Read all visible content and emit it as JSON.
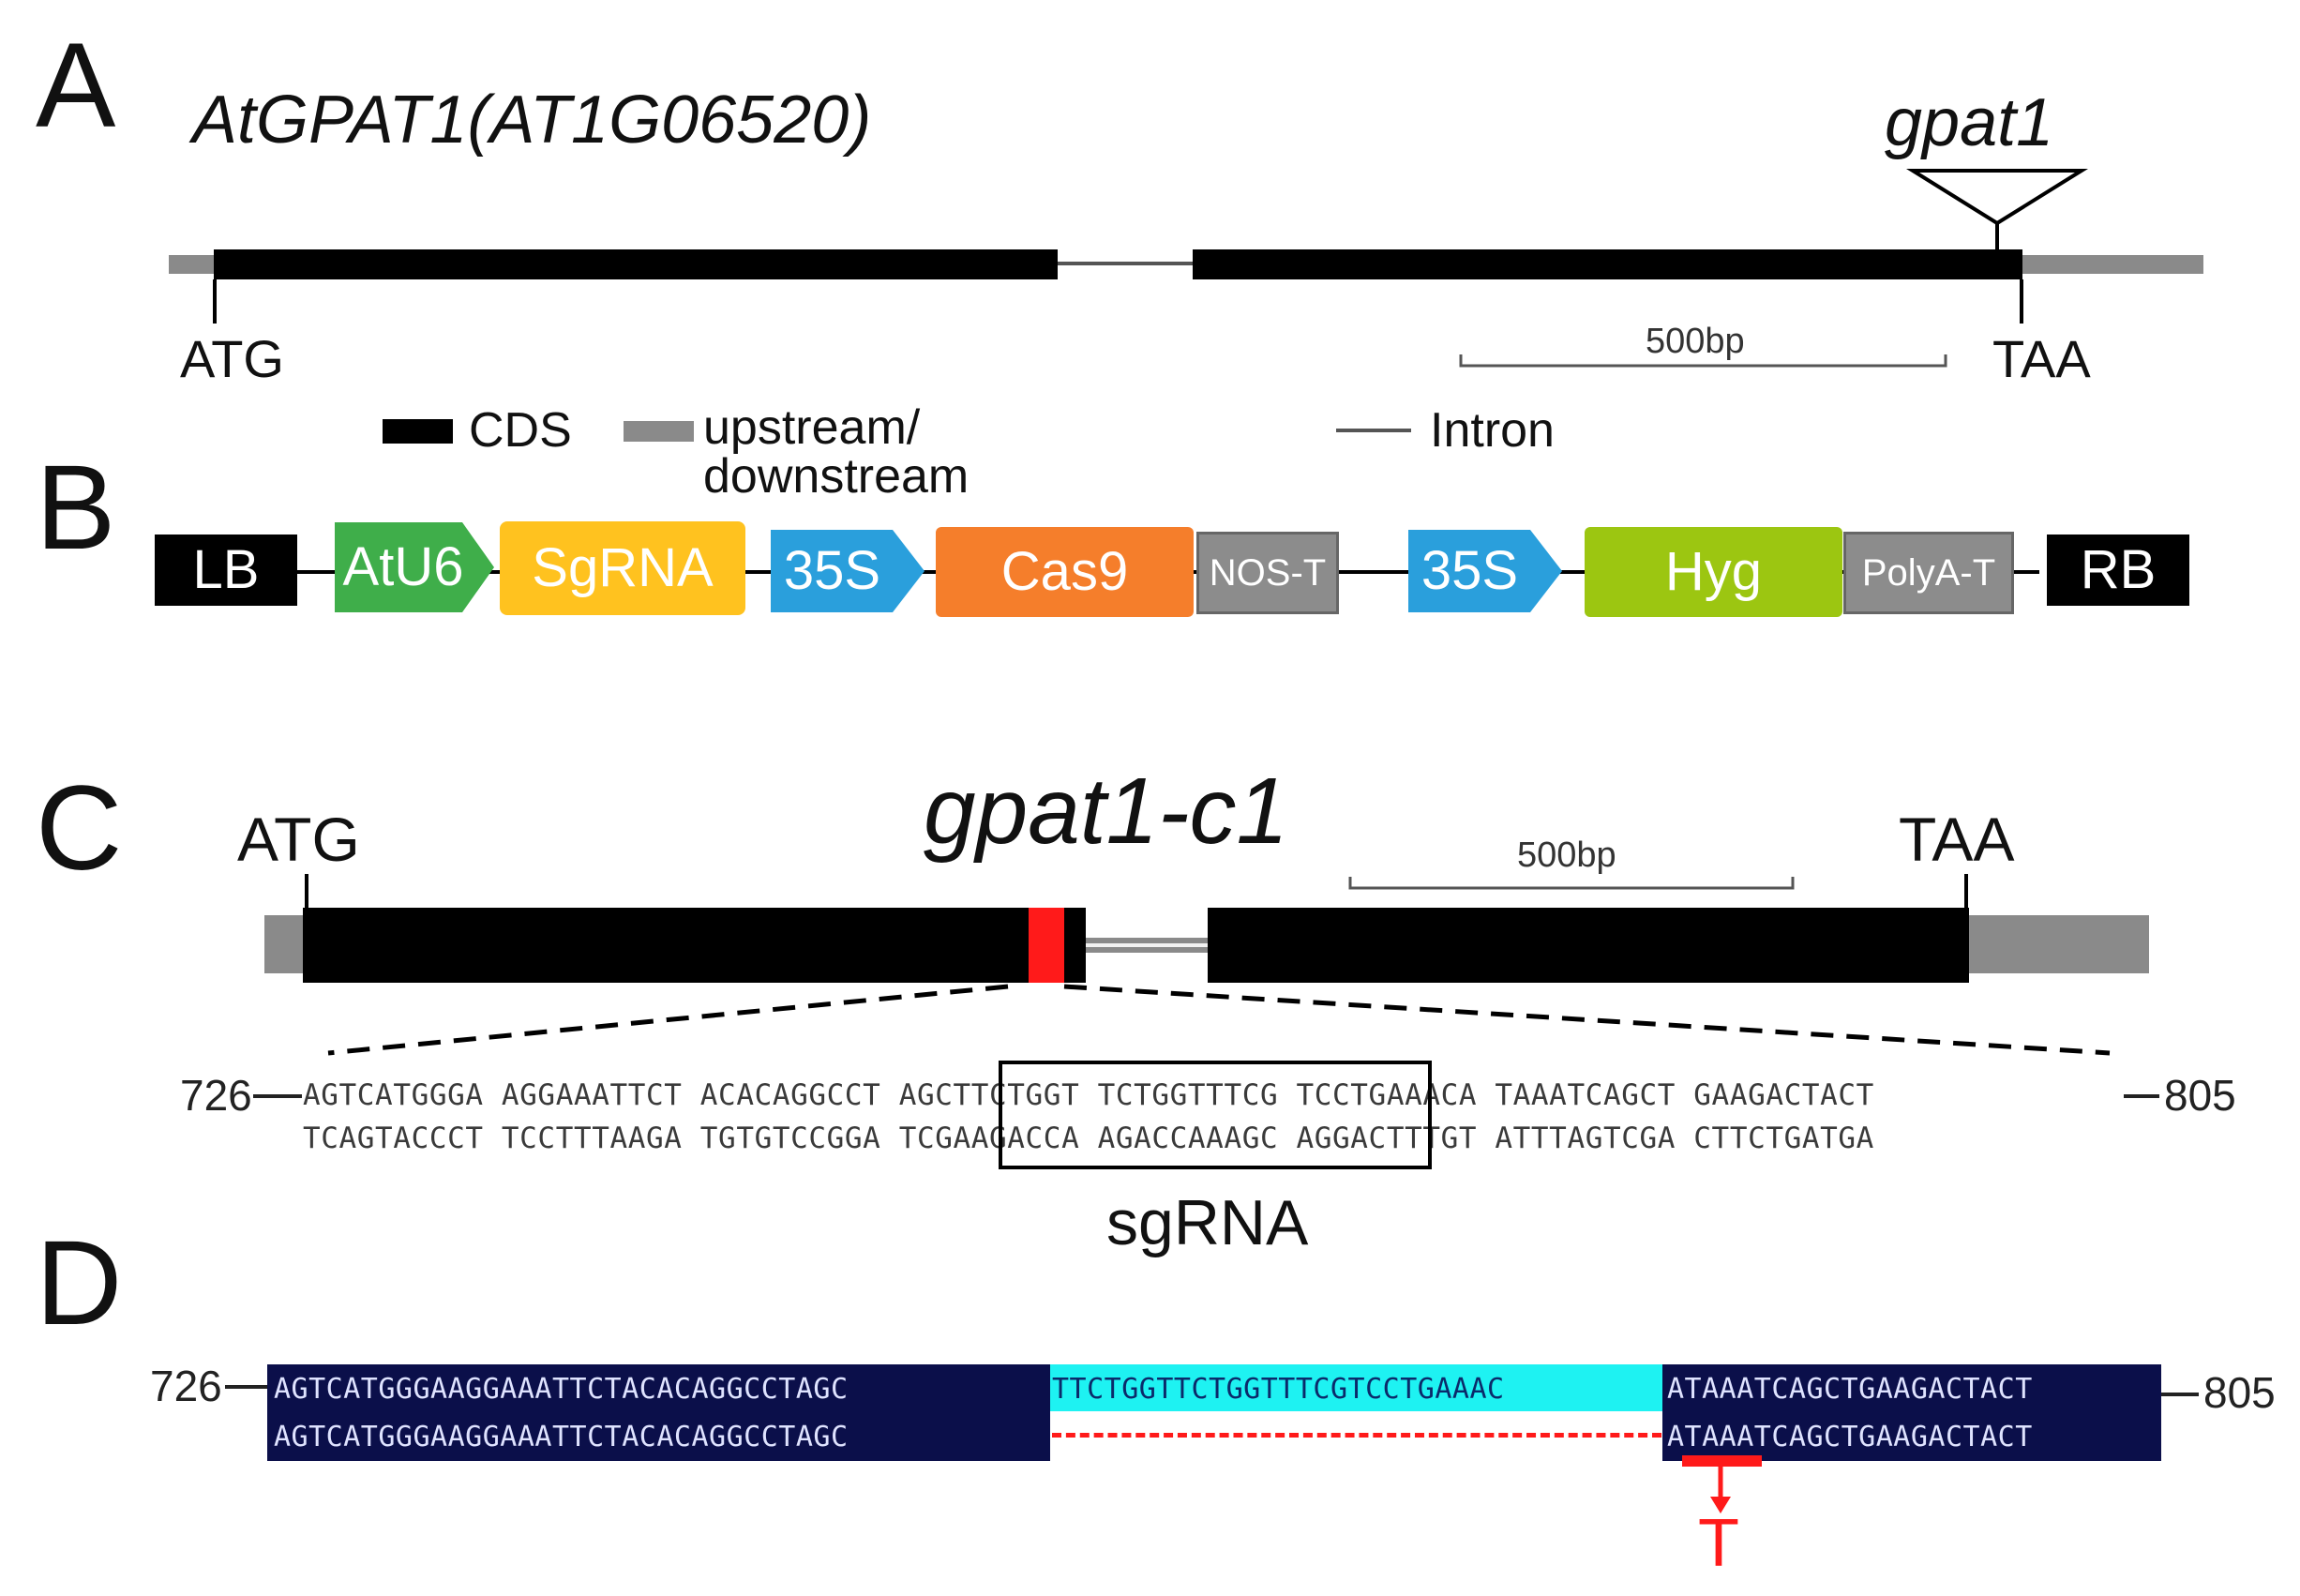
{
  "panels": {
    "a": "A",
    "b": "B",
    "c": "C",
    "d": "D"
  },
  "panel_a": {
    "gene_title": "AtGPAT1(AT1G06520)",
    "insertion_label": "gpat1",
    "start_codon": "ATG",
    "stop_codon": "TAA",
    "scale_label": "500bp"
  },
  "legend": {
    "cds": "CDS",
    "flank": "upstream/ downstream",
    "intron": "Intron"
  },
  "panel_b": {
    "elements": [
      {
        "label": "LB",
        "color": "#000000"
      },
      {
        "label": "AtU6",
        "color": "#3fae4a"
      },
      {
        "label": "SgRNA",
        "color": "#ffc21f"
      },
      {
        "label": "35S",
        "color": "#2a9fdc"
      },
      {
        "label": "Cas9",
        "color": "#f57e2b"
      },
      {
        "label": "NOS-T",
        "color": "#8c8c8c"
      },
      {
        "label": "35S",
        "color": "#2a9fdc"
      },
      {
        "label": "Hyg",
        "color": "#9cc611"
      },
      {
        "label": "PolyA-T",
        "color": "#8c8c8c"
      },
      {
        "label": "RB",
        "color": "#000000"
      }
    ]
  },
  "panel_c": {
    "title": "gpat1-c1",
    "start_codon": "ATG",
    "stop_codon": "TAA",
    "scale_label": "500bp",
    "start_pos": "726",
    "end_pos": "805",
    "top_strand": "AGTCATGGGA AGGAAATTCT ACACAGGCCT AGCTTCTGGT TCTGGTTTCG TCCTGAAACA TAAATCAGCT GAAGACTACT",
    "bottom_strand": "TCAGTACCCT TCCTTTAAGA TGTGTCCGGA TCGAAGACCA AGACCAAAGC AGGACTTTGT ATTTAGTCGA CTTCTGATGA",
    "sgrna_label": "sgRNA"
  },
  "panel_d": {
    "start_pos": "726",
    "end_pos": "805",
    "wt_left": "AGTCATGGGAAGGAAATTCTACACAGGCCTAGC",
    "wt_mid": "TTCTGGTTCTGGTTTCGTCCTGAAAC",
    "wt_right": "ATAAATCAGCTGAAGACTACT",
    "mut_left": "AGTCATGGGAAGGAAATTCTACACAGGCCTAGC",
    "mut_right": "ATAAATCAGCTGAAGACTACT",
    "substitution": "T"
  },
  "colors": {
    "cds": "#000000",
    "flank": "#8a8a8a",
    "target": "#ff1a1a",
    "seq_bg": "#0b0f4a",
    "deletion_bg": "#1ef2f2"
  }
}
